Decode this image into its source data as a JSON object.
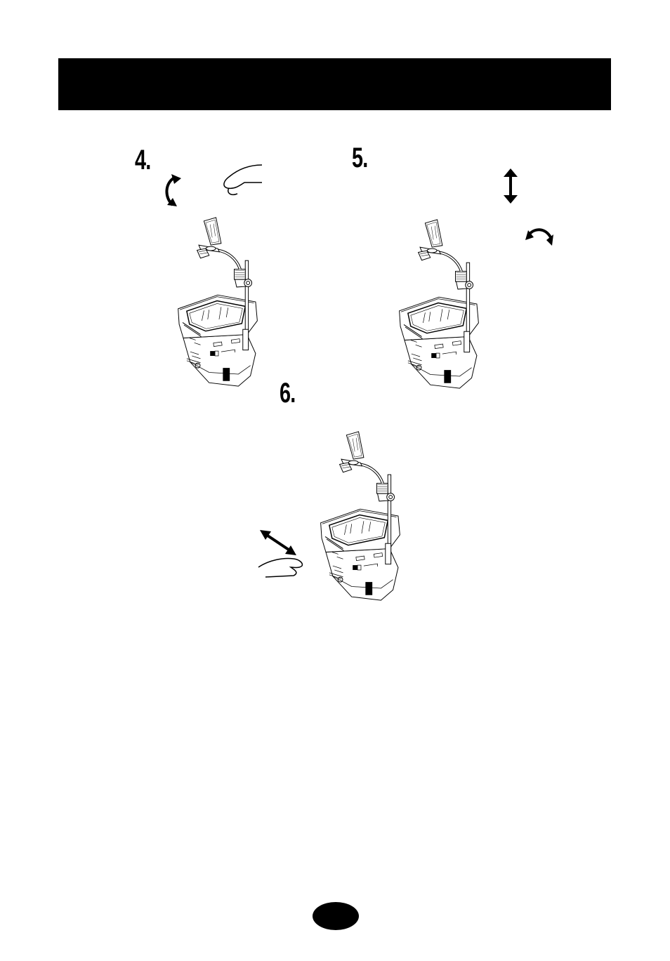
{
  "header": {
    "title": ""
  },
  "steps": [
    {
      "number": "4.",
      "icon": "rotate-arrows-icon"
    },
    {
      "number": "5.",
      "icon": "vertical-arrows-icon"
    },
    {
      "number": "6.",
      "icon": "horizontal-arrows-icon"
    }
  ],
  "colors": {
    "ink": "#000000",
    "paper": "#ffffff"
  }
}
